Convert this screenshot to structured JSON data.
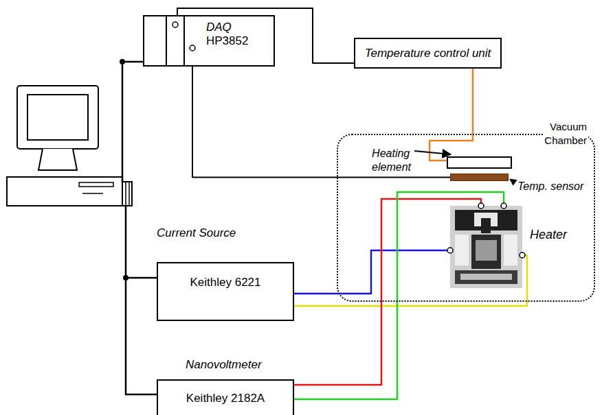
{
  "diagram": {
    "nodes": [
      {
        "text": [
          "DAQ",
          "HP3852"
        ]
      },
      {
        "text": [
          "Temperature control unit"
        ]
      },
      {
        "text": [
          "Vacuum Chamber"
        ]
      },
      {
        "text": [
          "Heating element"
        ],
        "in": 2
      },
      {
        "text": [
          "Temp. sensor"
        ],
        "in": 2
      },
      {
        "text": [
          "Heater"
        ],
        "in": 2
      },
      {
        "text": [
          "Current Source",
          "Keithley 6221"
        ]
      },
      {
        "text": [
          "Nanovoltmeter",
          "Keithley 2182A"
        ]
      }
    ],
    "edges": [
      {
        "from": 0,
        "to": 1,
        "arrow": "none"
      },
      {
        "from": 1,
        "to": 3,
        "arrow": "none"
      },
      {
        "from": 0,
        "to": 4,
        "arrow": "none"
      },
      {
        "from": 6,
        "to": 5,
        "arrow": "none"
      },
      {
        "from": 6,
        "to": 5,
        "arrow": "none"
      },
      {
        "from": 7,
        "to": 5,
        "arrow": "none"
      },
      {
        "from": 7,
        "to": 5,
        "arrow": "none"
      }
    ]
  }
}
